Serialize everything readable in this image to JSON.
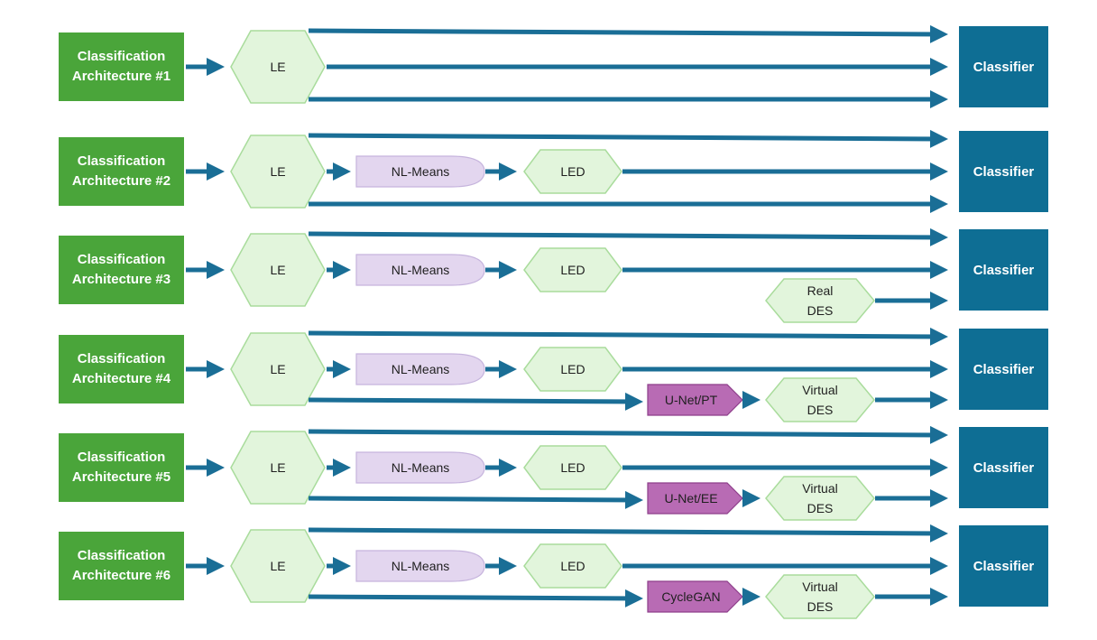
{
  "colors": {
    "arch_fill": "#4aa53a",
    "classifier_fill": "#0e6e94",
    "arrow": "#1a6e96",
    "hex_fill": "#e2f5dc",
    "hex_stroke": "#a9dc9c",
    "nlmeans_fill": "#e3d6ef",
    "nlmeans_stroke": "#c6b4dd",
    "gen_fill": "#b86bb4",
    "gen_stroke": "#8e3f8b"
  },
  "rows": [
    {
      "arch": "Classification\nArchitecture #1",
      "le": "LE",
      "nlmeans": null,
      "led": null,
      "gen": null,
      "des": null,
      "classifier": "Classifier"
    },
    {
      "arch": "Classification\nArchitecture #2",
      "le": "LE",
      "nlmeans": "NL-Means",
      "led": "LED",
      "gen": null,
      "des": null,
      "classifier": "Classifier"
    },
    {
      "arch": "Classification\nArchitecture #3",
      "le": "LE",
      "nlmeans": "NL-Means",
      "led": "LED",
      "gen": null,
      "des": "Real\nDES",
      "classifier": "Classifier"
    },
    {
      "arch": "Classification\nArchitecture #4",
      "le": "LE",
      "nlmeans": "NL-Means",
      "led": "LED",
      "gen": "U-Net/PT",
      "des": "Virtual\nDES",
      "classifier": "Classifier"
    },
    {
      "arch": "Classification\nArchitecture #5",
      "le": "LE",
      "nlmeans": "NL-Means",
      "led": "LED",
      "gen": "U-Net/EE",
      "des": "Virtual\nDES",
      "classifier": "Classifier"
    },
    {
      "arch": "Classification\nArchitecture #6",
      "le": "LE",
      "nlmeans": "NL-Means",
      "led": "LED",
      "gen": "CycleGAN",
      "des": "Virtual\nDES",
      "classifier": "Classifier"
    }
  ]
}
